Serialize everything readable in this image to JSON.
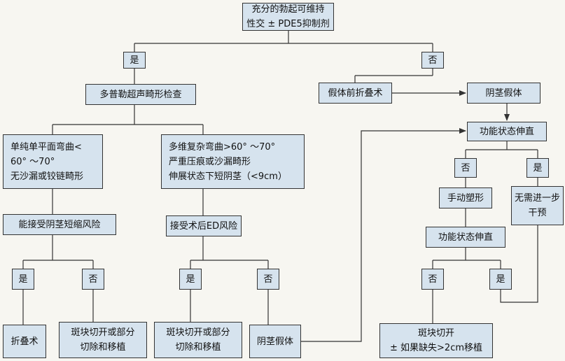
{
  "nodes": {
    "root": "充分的勃起可维持\n性交 ± PDE5抑制剂",
    "yes_top": "是",
    "no_top": "否",
    "doppler": "多普勒超声畸形检查",
    "simple_curve": "单纯单平面弯曲<\n  60° ～70°\n无沙漏或铰链畸形",
    "complex_curve": "多维复杂弯曲>60° ～70°\n严重压痕或沙漏畸形\n伸展状态下短阴茎（<9cm）",
    "accept_shortening": "能接受阴茎短缩风险",
    "accept_ed": "接受术后ED风险",
    "yes_a": "是",
    "no_a": "否",
    "yes_b": "是",
    "no_b": "否",
    "plication": "折叠术",
    "incision_graft_a": "斑块切开或部分\n切除和移植",
    "incision_graft_b": "斑块切开或部分\n切除和移植",
    "prosthesis_b": "阴茎假体",
    "prosthesis_plication": "假体前折叠术",
    "prosthesis": "阴茎假体",
    "func_straight_1": "功能状态伸直",
    "no_c": "否",
    "yes_c": "是",
    "manual_modeling": "手动塑形",
    "no_further": "无需进一步\n干预",
    "func_straight_2": "功能状态伸直",
    "no_d": "否",
    "yes_d": "是",
    "plaque_incision": "斑块切开\n± 如果缺失>2cm移植"
  }
}
